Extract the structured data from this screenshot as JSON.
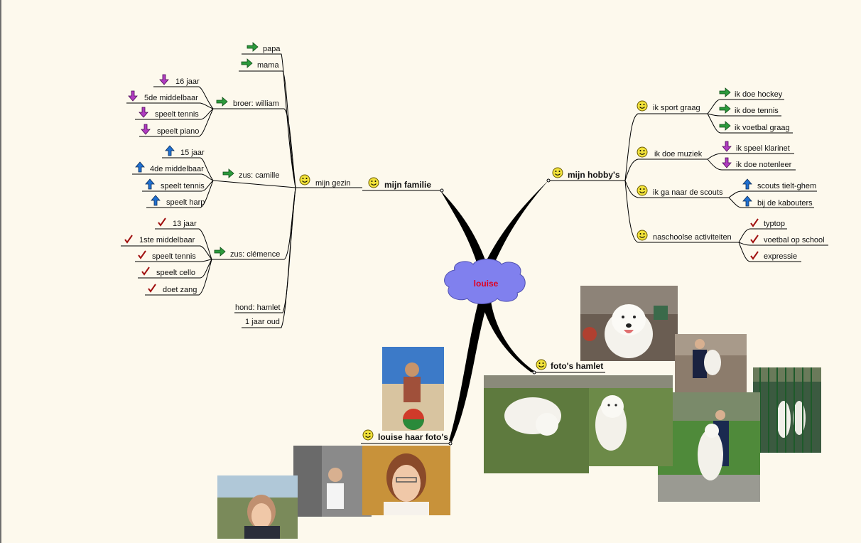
{
  "root": {
    "label": "louise"
  },
  "branches": {
    "familie": {
      "label": "mijn familie",
      "gezin": {
        "label": "mijn gezin",
        "papa": "papa",
        "mama": "mama",
        "broer": {
          "label": "broer: william",
          "items": [
            "16 jaar",
            "5de middelbaar",
            "speelt tennis",
            "speelt piano"
          ]
        },
        "zus1": {
          "label": "zus: camille",
          "items": [
            "15 jaar",
            "4de middelbaar",
            "speelt tennis",
            "speelt harp"
          ]
        },
        "zus2": {
          "label": "zus: clémence",
          "items": [
            "13 jaar",
            "1ste middelbaar",
            "speelt tennis",
            "speelt cello",
            "doet zang"
          ]
        },
        "hond": "hond: hamlet",
        "hond_age": "1 jaar oud"
      }
    },
    "hobbys": {
      "label": "mijn hobby's",
      "sport": {
        "label": "ik sport graag",
        "items": [
          "ik doe hockey",
          "ik doe tennis",
          "ik voetbal graag"
        ]
      },
      "muziek": {
        "label": "ik doe muziek",
        "items": [
          "ik speel klarinet",
          "ik doe notenleer"
        ]
      },
      "scouts": {
        "label": "ik ga naar de scouts",
        "items": [
          "scouts tielt-ghem",
          "bij de kabouters"
        ]
      },
      "naschool": {
        "label": "naschoolse activiteiten",
        "items": [
          "typtop",
          "voetbal op school",
          "expressie"
        ]
      }
    },
    "fotos_hamlet": {
      "label": "foto's hamlet"
    },
    "fotos_louise": {
      "label": "louise haar foto's"
    }
  },
  "colors": {
    "background": "#fdf9ed",
    "cloud_fill": "#8080ee",
    "root_text": "#e00020",
    "connector": "#000000",
    "arrow_green": "#2c9a3c",
    "arrow_purple": "#b03cc0",
    "arrow_blue": "#2070d0",
    "check_red": "#a01010",
    "smiley": "#f2e23a"
  },
  "icons": {
    "smiley": "smiley-icon",
    "green_arrow": "arrow-right-icon",
    "purple_arrow": "arrow-down-icon",
    "blue_arrow": "arrow-up-icon",
    "check": "checkmark-icon"
  }
}
